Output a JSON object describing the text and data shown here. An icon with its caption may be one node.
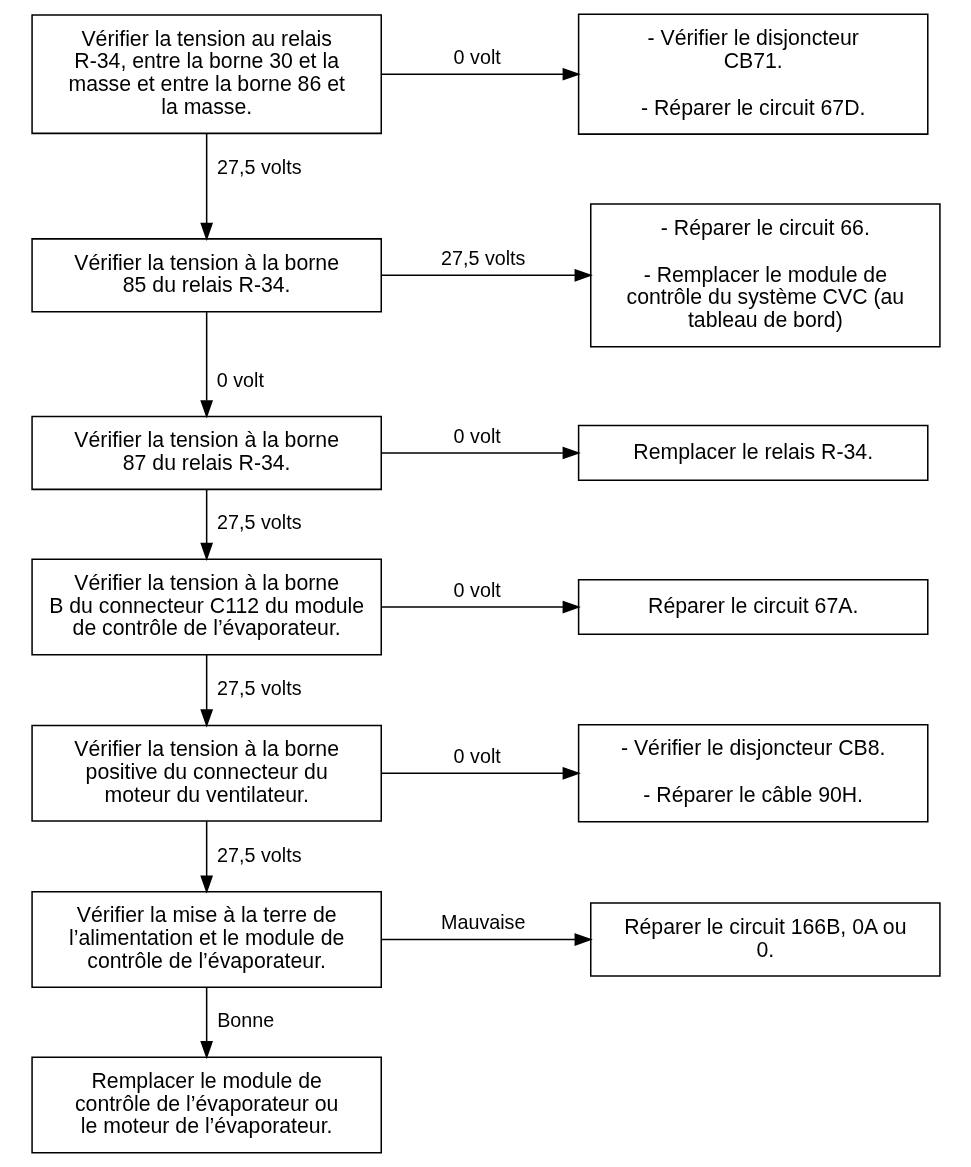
{
  "diagram": {
    "nodes": [
      {
        "text": [
          "Vérifier la tension au relais R-34, entre la borne 30 et la masse et entre la borne 86 et la masse."
        ]
      },
      {
        "text": [
          "- Vérifier le disjoncteur CB71.",
          "- Réparer le circuit 67D."
        ]
      },
      {
        "text": [
          "Vérifier la tension à la borne 85 du relais R-34."
        ]
      },
      {
        "text": [
          "- Réparer le circuit 66.",
          "- Remplacer le module de contrôle du système CVC (au tableau de bord)"
        ]
      },
      {
        "text": [
          "Vérifier la tension à la borne 87 du relais R-34."
        ]
      },
      {
        "text": [
          "Remplacer le relais R-34."
        ]
      },
      {
        "text": [
          "Vérifier la tension à la borne B du connecteur C112 du module de contrôle de l’évaporateur."
        ]
      },
      {
        "text": [
          "Réparer le circuit 67A."
        ]
      },
      {
        "text": [
          "Vérifier la tension à la borne positive du connecteur du moteur du ventilateur."
        ]
      },
      {
        "text": [
          "- Vérifier le disjoncteur CB8.",
          "- Réparer le câble 90H."
        ]
      },
      {
        "text": [
          "Vérifier la mise à la terre de l’alimentation et le module de contrôle de l’évaporateur."
        ]
      },
      {
        "text": [
          "Réparer le circuit 166B, 0A ou 0."
        ]
      },
      {
        "text": [
          "Remplacer le module de contrôle de l’évaporateur ou le moteur de l’évaporateur."
        ]
      }
    ],
    "edges": [
      {
        "from": 0,
        "to": 1,
        "arrow": "to",
        "label": "0 volt"
      },
      {
        "from": 0,
        "to": 2,
        "arrow": "to",
        "label": "27,5 volts"
      },
      {
        "from": 2,
        "to": 3,
        "arrow": "to",
        "label": "27,5 volts"
      },
      {
        "from": 2,
        "to": 4,
        "arrow": "to",
        "label": "0 volt"
      },
      {
        "from": 4,
        "to": 5,
        "arrow": "to",
        "label": "0 volt"
      },
      {
        "from": 4,
        "to": 6,
        "arrow": "to",
        "label": "27,5 volts"
      },
      {
        "from": 6,
        "to": 7,
        "arrow": "to",
        "label": "0 volt"
      },
      {
        "from": 6,
        "to": 8,
        "arrow": "to",
        "label": "27,5 volts"
      },
      {
        "from": 8,
        "to": 9,
        "arrow": "to",
        "label": "0 volt"
      },
      {
        "from": 8,
        "to": 10,
        "arrow": "to",
        "label": "27,5 volts"
      },
      {
        "from": 10,
        "to": 11,
        "arrow": "to",
        "label": "Mauvaise"
      },
      {
        "from": 10,
        "to": 12,
        "arrow": "to",
        "label": "Bonne"
      }
    ]
  }
}
